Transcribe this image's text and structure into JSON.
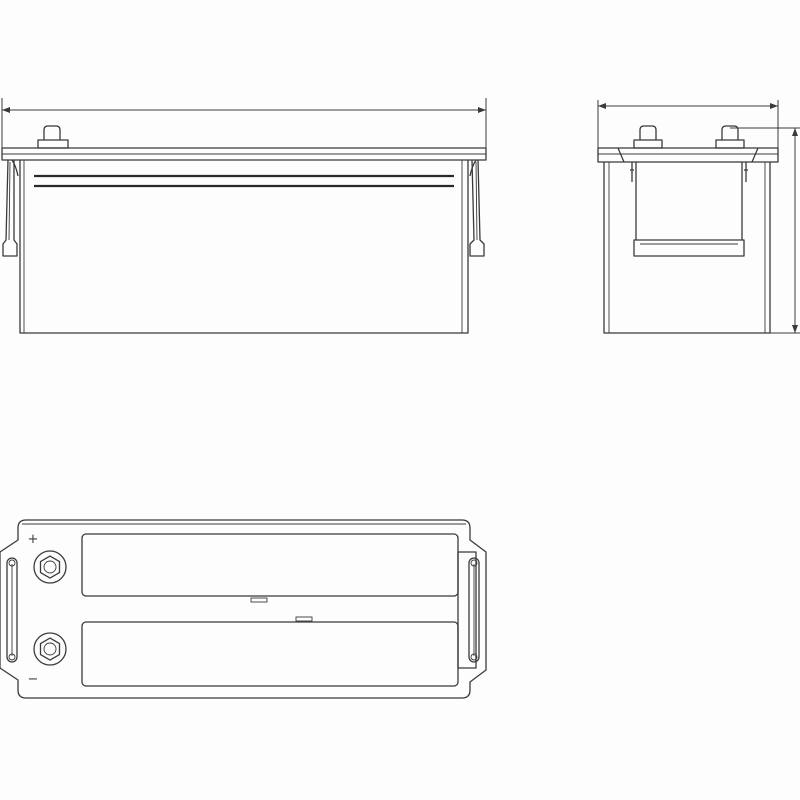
{
  "diagram": {
    "type": "technical-drawing",
    "subject": "battery",
    "views": [
      "front-view",
      "side-view",
      "top-view"
    ],
    "top_view": {
      "positive_symbol": "+",
      "negative_symbol": "−"
    }
  }
}
